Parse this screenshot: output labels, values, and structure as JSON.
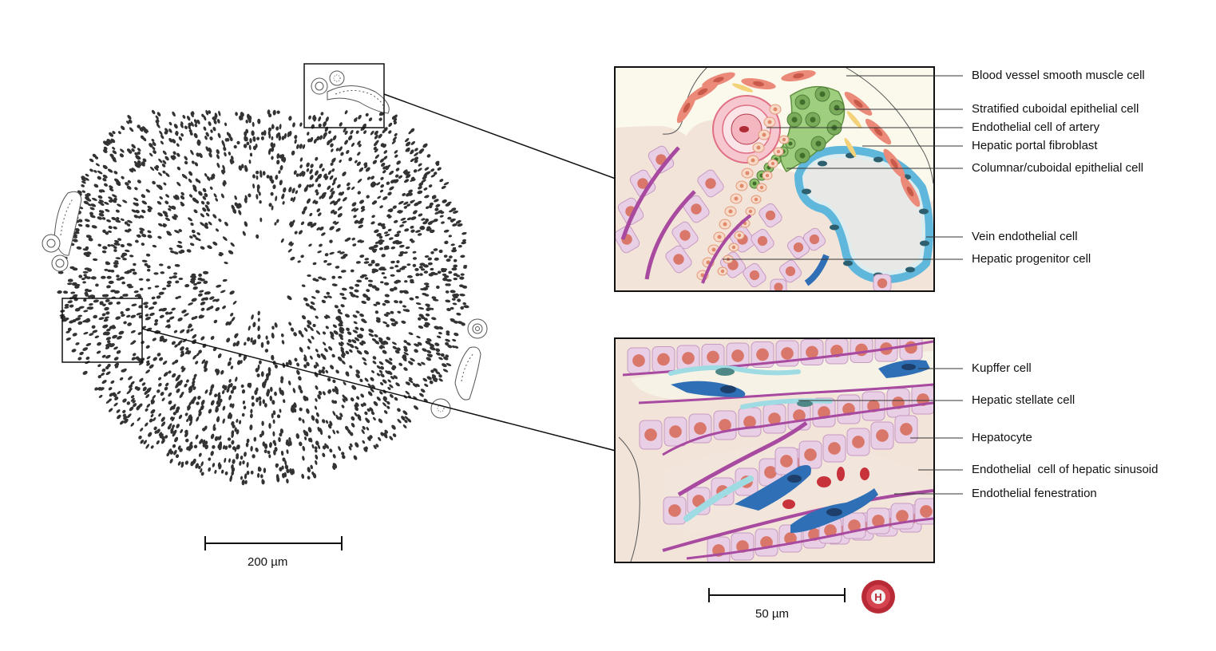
{
  "labels": {
    "blood_vessel_smooth_muscle": "Blood vessel smooth muscle cell",
    "stratified_cuboidal": "Stratified cuboidal epithelial cell",
    "endothelial_artery": "Endothelial cell of artery",
    "portal_fibroblast": "Hepatic portal fibroblast",
    "columnar_cuboidal": "Columnar/cuboidal epithelial cell",
    "vein_endothelial": "Vein endothelial cell",
    "progenitor": "Hepatic progenitor cell",
    "kupffer": "Kupffer cell",
    "stellate": "Hepatic stellate cell",
    "hepatocyte": "Hepatocyte",
    "sinusoid_endothelial": "Endothelial  cell of hepatic sinusoid",
    "fenestration": "Endothelial fenestration"
  },
  "scale_bars": {
    "left": "200 µm",
    "right": "50 µm"
  },
  "logo": {
    "letter": "H"
  },
  "colors": {
    "hepatocyte": "#e9cfe6",
    "nucleus": "#d9776b",
    "endothelial": "#a74aa0",
    "kupffer": "#2f6fb5",
    "stellate": "#9fdbe3",
    "cholangiocyte": "#7aab5a",
    "smooth_muscle": "#ec8a7a",
    "vein": "#5fb7dc",
    "rbc": "#c8323a",
    "stroma": "#f2e4d8",
    "logo": "#b82a35"
  }
}
